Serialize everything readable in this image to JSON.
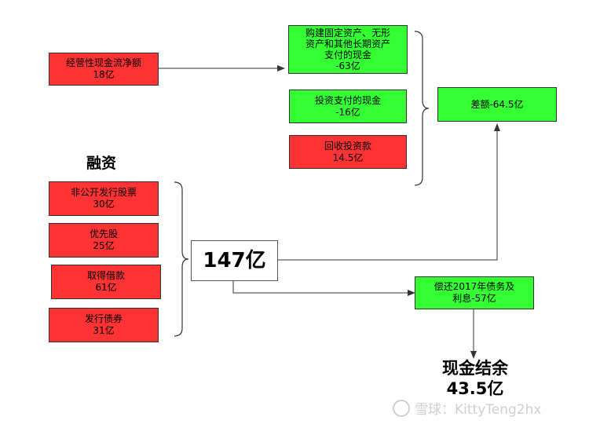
{
  "operating_cf": {
    "line1": "经营性现金流净额",
    "line2": "18亿"
  },
  "investing": {
    "purchase": {
      "line1": "购建固定资产、无形",
      "line2": "资产和其他长期资产",
      "line3": "支付的现金",
      "line4": "-63亿"
    },
    "invest_paid": {
      "line1": "投资支付的现金",
      "line2": "-16亿"
    },
    "recovered": {
      "line1": "回收投资款",
      "line2": "14.5亿"
    }
  },
  "difference": {
    "label": "差额-64.5亿"
  },
  "financing": {
    "title": "融资",
    "items": [
      {
        "line1": "非公开发行股票",
        "line2": "30亿"
      },
      {
        "line1": "优先股",
        "line2": "25亿"
      },
      {
        "line1": "取得借款",
        "line2": "61亿"
      },
      {
        "line1": "发行债券",
        "line2": "31亿"
      }
    ],
    "total": "147亿"
  },
  "repayment": {
    "line1": "偿还2017年债务及",
    "line2": "利息-57亿"
  },
  "cash_balance": {
    "line1": "现金结余",
    "line2": "43.5亿"
  },
  "watermark": {
    "text": "雪球：KittyTeng2hx"
  },
  "colors": {
    "negative": "#ff3333",
    "positive": "#33ff33"
  }
}
